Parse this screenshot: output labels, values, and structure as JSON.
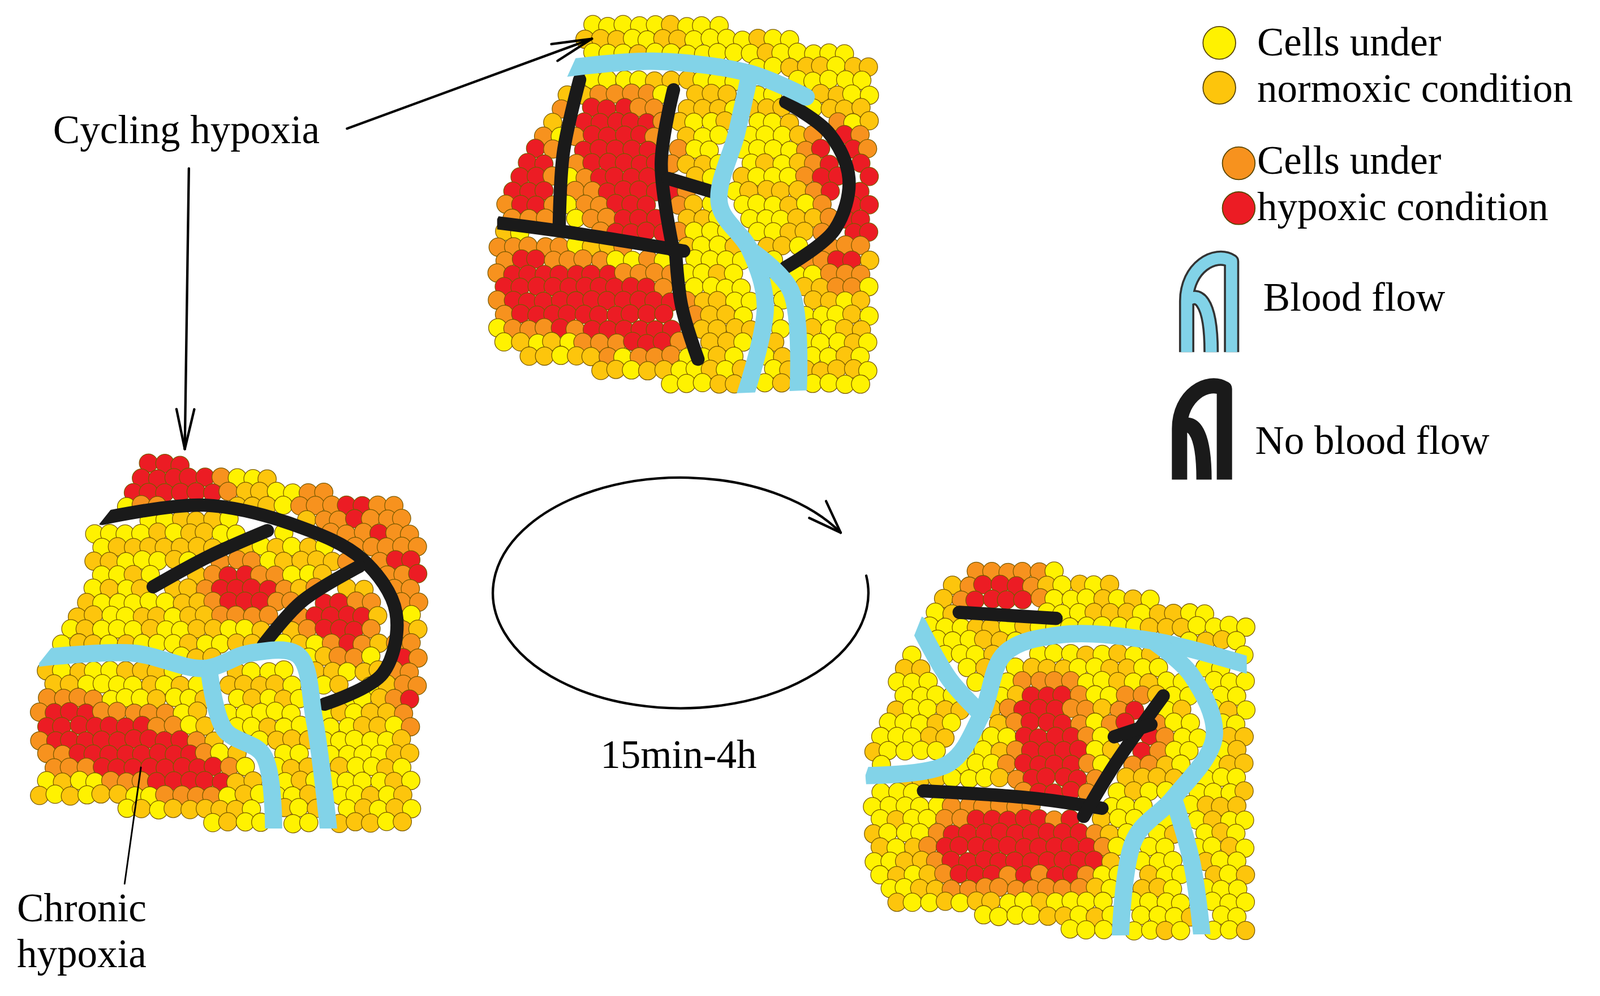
{
  "diagram": {
    "labels": [
      "Cycling hypoxia",
      "15min-4h",
      "Chronic hypoxia"
    ],
    "legend": [
      {
        "text": "Cells under normoxic condition"
      },
      {
        "text": "Cells under hypoxic condition"
      },
      {
        "text": "Blood flow"
      },
      {
        "text": "No blood flow"
      }
    ]
  }
}
